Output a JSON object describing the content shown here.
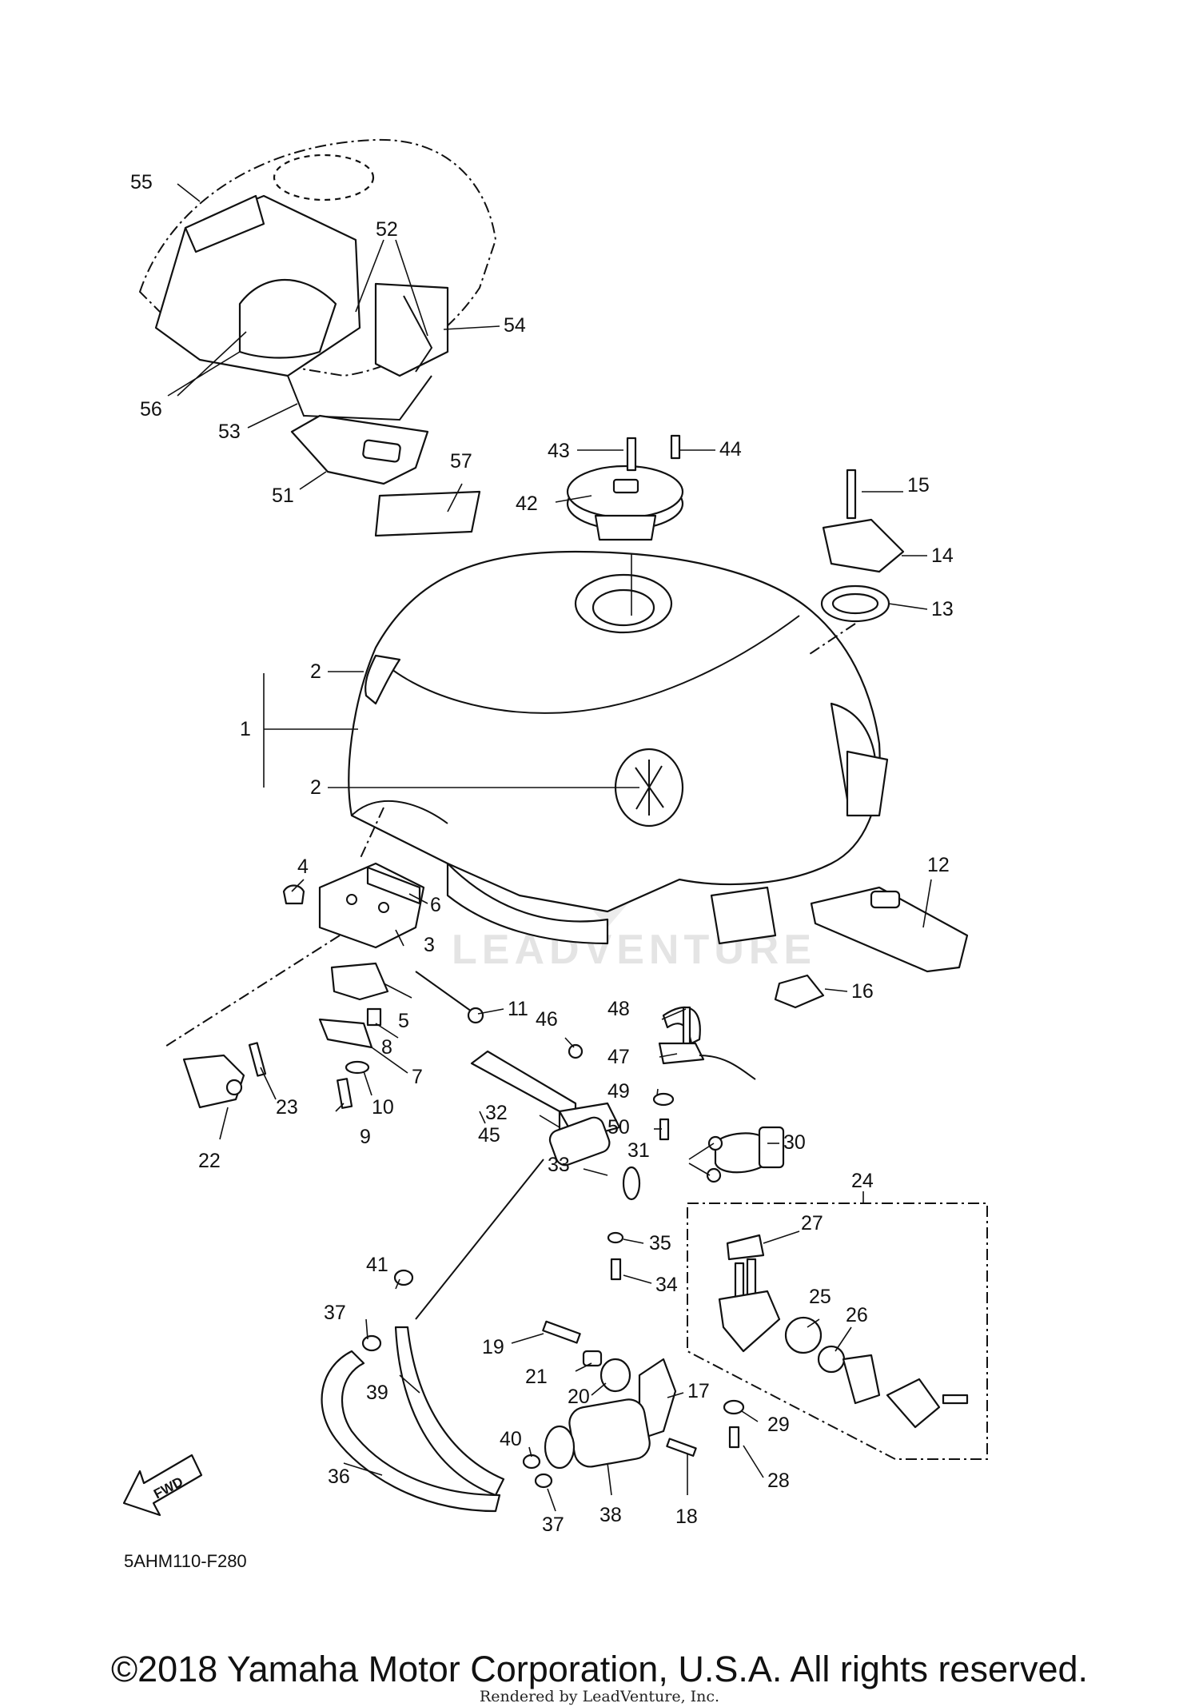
{
  "diagram_code": "5AHM110-F280",
  "fwd_label": "FWD",
  "copyright": "©2018 Yamaha Motor Corporation, U.S.A. All rights reserved.",
  "rendered_by": "Rendered by LeadVenture, Inc.",
  "watermark_text": "LEADVENTURE",
  "callouts": [
    {
      "id": "c55",
      "label": "55"
    },
    {
      "id": "c52",
      "label": "52"
    },
    {
      "id": "c54",
      "label": "54"
    },
    {
      "id": "c56",
      "label": "56"
    },
    {
      "id": "c53",
      "label": "53"
    },
    {
      "id": "c51",
      "label": "51"
    },
    {
      "id": "c57",
      "label": "57"
    },
    {
      "id": "c43",
      "label": "43"
    },
    {
      "id": "c44",
      "label": "44"
    },
    {
      "id": "c42",
      "label": "42"
    },
    {
      "id": "c15",
      "label": "15"
    },
    {
      "id": "c14",
      "label": "14"
    },
    {
      "id": "c13",
      "label": "13"
    },
    {
      "id": "c2a",
      "label": "2"
    },
    {
      "id": "c1",
      "label": "1"
    },
    {
      "id": "c2b",
      "label": "2"
    },
    {
      "id": "c4",
      "label": "4"
    },
    {
      "id": "c6",
      "label": "6"
    },
    {
      "id": "c3",
      "label": "3"
    },
    {
      "id": "c12",
      "label": "12"
    },
    {
      "id": "c16",
      "label": "16"
    },
    {
      "id": "c11",
      "label": "11"
    },
    {
      "id": "c5",
      "label": "5"
    },
    {
      "id": "c8",
      "label": "8"
    },
    {
      "id": "c7",
      "label": "7"
    },
    {
      "id": "c10",
      "label": "10"
    },
    {
      "id": "c9",
      "label": "9"
    },
    {
      "id": "c23",
      "label": "23"
    },
    {
      "id": "c22",
      "label": "22"
    },
    {
      "id": "c46",
      "label": "46"
    },
    {
      "id": "c48",
      "label": "48"
    },
    {
      "id": "c47",
      "label": "47"
    },
    {
      "id": "c49",
      "label": "49"
    },
    {
      "id": "c50",
      "label": "50"
    },
    {
      "id": "c45",
      "label": "45"
    },
    {
      "id": "c30",
      "label": "30"
    },
    {
      "id": "c31",
      "label": "31"
    },
    {
      "id": "c33",
      "label": "33"
    },
    {
      "id": "c24",
      "label": "24"
    },
    {
      "id": "c32",
      "label": "32"
    },
    {
      "id": "c27",
      "label": "27"
    },
    {
      "id": "c35",
      "label": "35"
    },
    {
      "id": "c34",
      "label": "34"
    },
    {
      "id": "c25",
      "label": "25"
    },
    {
      "id": "c26",
      "label": "26"
    },
    {
      "id": "c41",
      "label": "41"
    },
    {
      "id": "c37a",
      "label": "37"
    },
    {
      "id": "c19",
      "label": "19"
    },
    {
      "id": "c21",
      "label": "21"
    },
    {
      "id": "c20",
      "label": "20"
    },
    {
      "id": "c17",
      "label": "17"
    },
    {
      "id": "c39",
      "label": "39"
    },
    {
      "id": "c29",
      "label": "29"
    },
    {
      "id": "c40",
      "label": "40"
    },
    {
      "id": "c36",
      "label": "36"
    },
    {
      "id": "c28",
      "label": "28"
    },
    {
      "id": "c38",
      "label": "38"
    },
    {
      "id": "c18",
      "label": "18"
    },
    {
      "id": "c37b",
      "label": "37"
    }
  ]
}
